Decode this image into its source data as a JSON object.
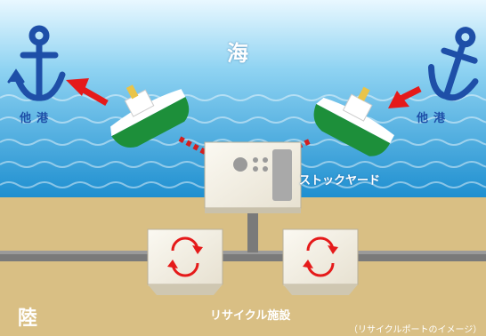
{
  "labels": {
    "sea": "海",
    "land": "陸",
    "port_left": "他港",
    "port_right": "他港",
    "stockyard": "ストックヤード",
    "facility": "リサイクル施設",
    "caption": "（リサイクルポートのイメージ）"
  },
  "icons": {
    "left_port": "anchor-icon",
    "right_port": "anchor-icon",
    "recycle": "recycle-arrows-icon"
  },
  "colors": {
    "sea_top": "#cfeefb",
    "sea_bottom": "#1f9ad6",
    "land": "#d9bf84",
    "anchor": "#1e4fa8",
    "arrow": "#e51a1a",
    "ship_hull": "#1d8f3a",
    "box": "#f1ece0",
    "pipe": "#7a7a7a"
  }
}
